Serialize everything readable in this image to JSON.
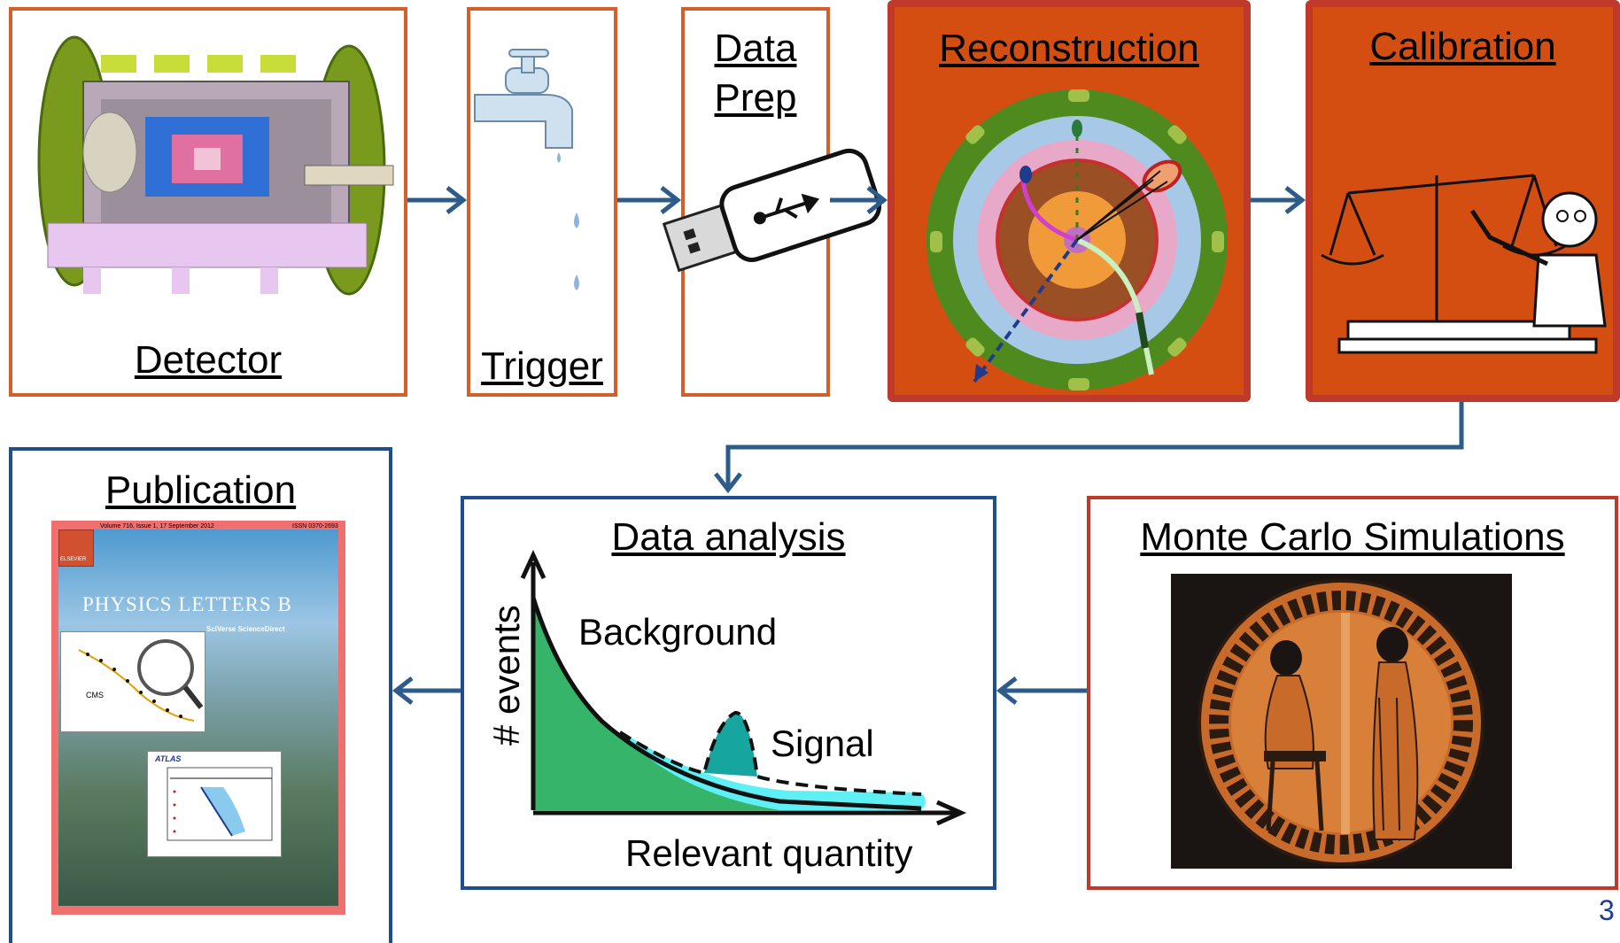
{
  "stages": {
    "detector": "Detector",
    "trigger": "Trigger",
    "data_prep_line1": "Data",
    "data_prep_line2": "Prep",
    "reconstruction": "Reconstruction",
    "calibration": "Calibration",
    "publication": "Publication",
    "data_analysis": "Data analysis",
    "monte_carlo": "Monte Carlo Simulations"
  },
  "analysis_plot": {
    "ylabel": "# events",
    "xlabel": "Relevant quantity",
    "background_label": "Background",
    "signal_label": "Signal"
  },
  "journal_cover": {
    "header_left": "Volume 716, Issue 1, 17 September 2012",
    "header_right": "ISSN 0370-2693",
    "publisher": "ELSEVIER",
    "title": "PHYSICS LETTERS B",
    "sciverse": "SciVerse ScienceDirect",
    "cms": "CMS",
    "atlas": "ATLAS"
  },
  "page_number": "3",
  "colors": {
    "orange_border": "#d35f2a",
    "red_fill": "#d44e12",
    "red_border": "#c0392b",
    "blue_border": "#1f4e8c",
    "arrow": "#2e5c8a",
    "background_fill": "#35b46a",
    "signal_fill": "#17a5a0",
    "tail_fill": "#5ff0f5"
  }
}
